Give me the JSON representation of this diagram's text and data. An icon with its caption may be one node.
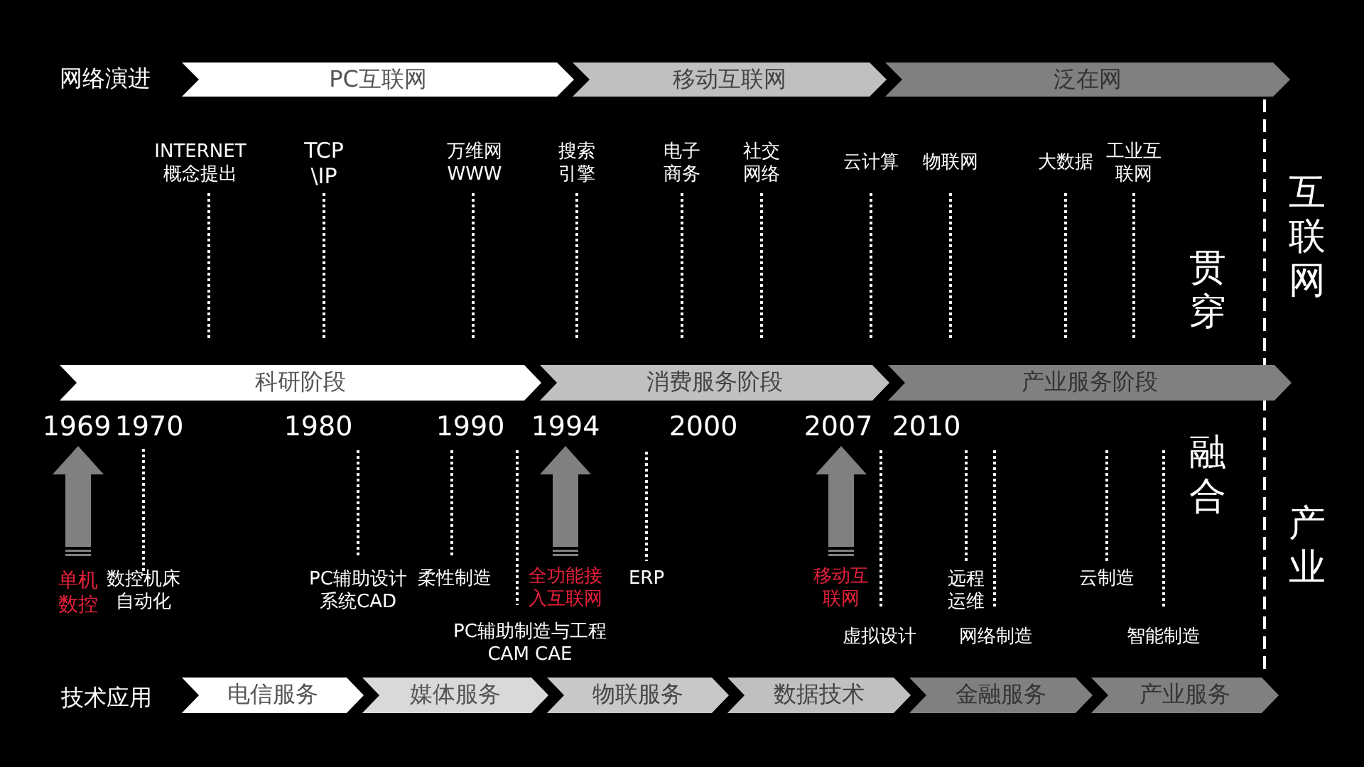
{
  "diagram": {
    "nodes": [
      {
        "text": [
          "PC互联网"
        ]
      },
      {
        "text": [
          "移动互联网"
        ]
      },
      {
        "text": [
          "泛在网"
        ]
      },
      {
        "text": [
          "科研阶段"
        ]
      },
      {
        "text": [
          "消费服务阶段"
        ]
      },
      {
        "text": [
          "产业服务阶段"
        ]
      },
      {
        "text": [
          "电信服务"
        ]
      },
      {
        "text": [
          "媒体服务"
        ]
      },
      {
        "text": [
          "物联服务"
        ]
      },
      {
        "text": [
          "数据技术"
        ]
      },
      {
        "text": [
          "金融服务"
        ]
      },
      {
        "text": [
          "产业服务"
        ]
      }
    ],
    "edges": [],
    "labels": [
      "网络演进",
      "INTERNET 概念提出",
      "TCP \\IP",
      "万维网 WWW",
      "搜索引擎",
      "电子商务",
      "社交网络",
      "云计算",
      "物联网",
      "大数据",
      "工业互联网",
      "贯穿",
      "互联网",
      "1969",
      "1970",
      "1980",
      "1990",
      "1994",
      "2000",
      "2007",
      "2010",
      "融合",
      "产业",
      "单机数控",
      "数控机床自动化",
      "PC辅助设计系统CAD",
      "柔性制造",
      "全功能接入互联网",
      "ERP",
      "移动互联网",
      "远程运维",
      "云制造",
      "PC辅助制造与工程 CAM CAE",
      "虚拟设计",
      "网络制造",
      "智能制造",
      "技术应用"
    ]
  }
}
